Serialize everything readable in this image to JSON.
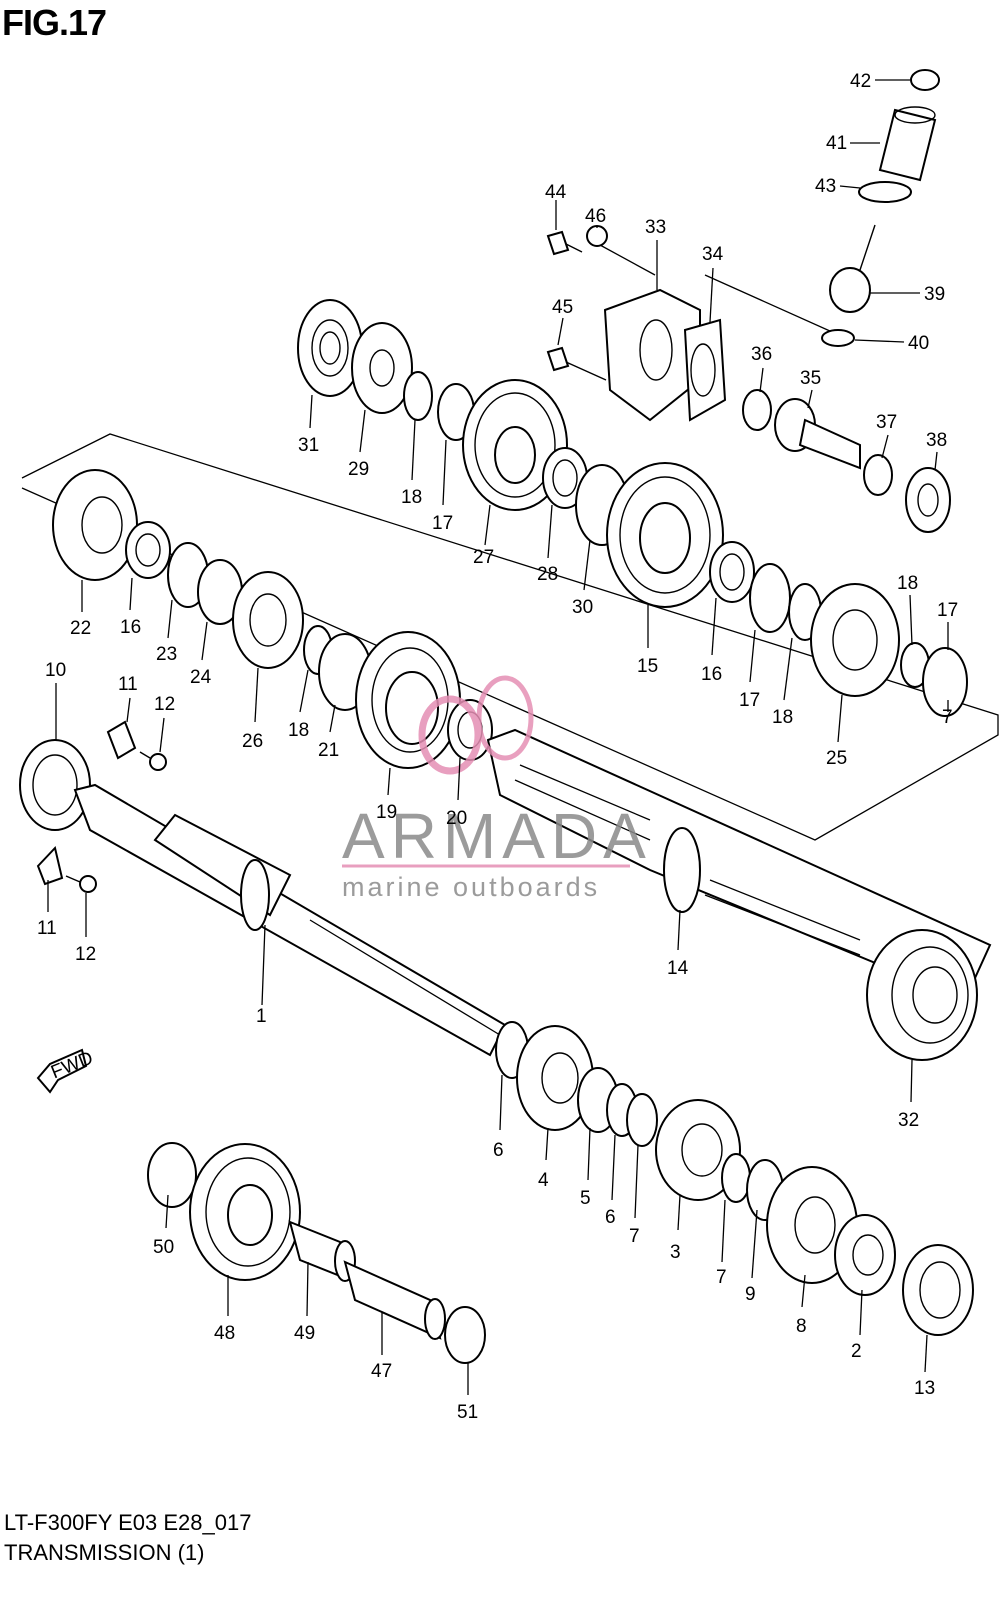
{
  "figure": {
    "title": "FIG.17"
  },
  "footer": {
    "model": "LT-F300FY E03 E28_017",
    "name": "TRANSMISSION (1)"
  },
  "watermark": {
    "brand": "ARMADA",
    "tagline": "marine outboards",
    "accent": "#e58fb4"
  },
  "arrow": {
    "label": "FWD"
  },
  "callouts": [
    "1",
    "2",
    "3",
    "4",
    "5",
    "6",
    "6",
    "7",
    "7",
    "7",
    "8",
    "9",
    "10",
    "11",
    "11",
    "12",
    "12",
    "13",
    "14",
    "15",
    "16",
    "16",
    "17",
    "17",
    "17",
    "18",
    "18",
    "18",
    "18",
    "19",
    "20",
    "21",
    "22",
    "23",
    "24",
    "25",
    "26",
    "27",
    "28",
    "29",
    "30",
    "31",
    "32",
    "33",
    "34",
    "35",
    "36",
    "37",
    "38",
    "39",
    "40",
    "41",
    "42",
    "43",
    "44",
    "45",
    "46",
    "47",
    "48",
    "49",
    "50",
    "51"
  ]
}
